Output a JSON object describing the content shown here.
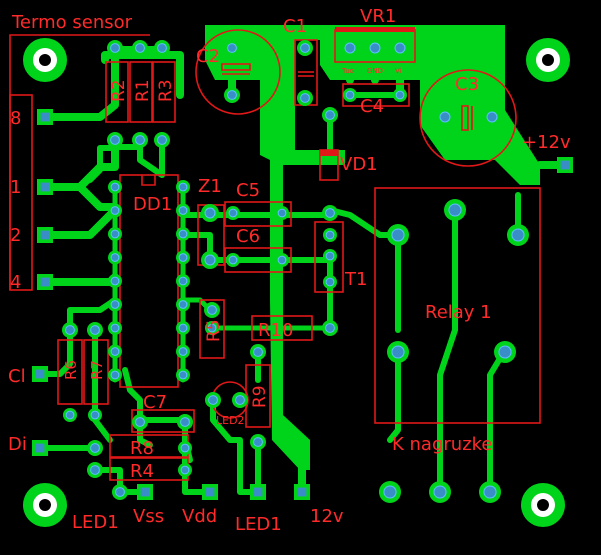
{
  "board": {
    "labels": {
      "termo_sensor": "Termo sensor",
      "c1": "C1",
      "vr1": "VR1",
      "c2": "C2",
      "c3": "C3",
      "c4": "C4",
      "c5": "C5",
      "c6": "C6",
      "c7": "C7",
      "vd1": "VD1",
      "plus12v": "+12v",
      "z1": "Z1",
      "dd1": "DD1",
      "t1": "T1",
      "r1": "R1",
      "r2": "R2",
      "r3": "R3",
      "r4": "R4",
      "r5": "R5",
      "r6": "R6",
      "r7": "R7",
      "r8": "R8",
      "r9": "R9",
      "r10": "R10",
      "relay1": "Relay 1",
      "k_nagruzke": "K nagruzke",
      "ci": "Cl",
      "di": "Di",
      "pin8": "8",
      "pin1": "1",
      "pin2": "2",
      "pin4": "4",
      "led1_left": "LED1",
      "led1_bottom": "LED1",
      "led2": "LED2",
      "vss": "Vss",
      "vdd": "Vdd",
      "v12_bottom": "12v",
      "vr_pin_out": "Tuo",
      "vr_pin_gnd": "GND",
      "vr_pin_in": "Vi"
    }
  }
}
